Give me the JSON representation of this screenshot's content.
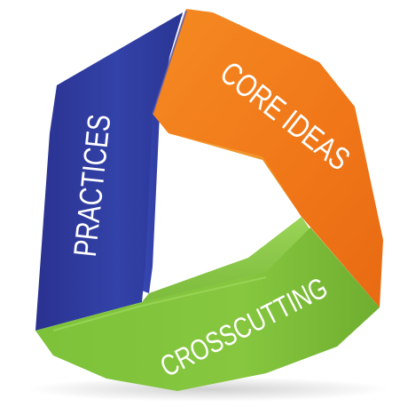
{
  "diagram": {
    "segments": [
      {
        "id": "practices",
        "label": "PRACTICES",
        "color": "#2f3a9e"
      },
      {
        "id": "core_ideas",
        "label": "CORE IDEAS",
        "color": "#f07c1e"
      },
      {
        "id": "crosscutting",
        "label": "CROSSCUTTING",
        "color": "#7cbf3a"
      }
    ],
    "text_color": "#ffffff"
  }
}
